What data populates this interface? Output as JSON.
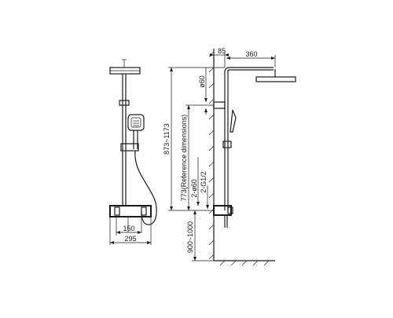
{
  "dimensions": {
    "width_total": "295",
    "width_center": "150",
    "wall_offset": "85",
    "arm_reach": "360",
    "head_pipe_dia": "ø60",
    "overall_height": "873~1173",
    "reference_height": "773(Reference dimensions)",
    "valve_spacing": "2-ø60",
    "inlet_thread": "2-G1/2",
    "floor_height": "900~1000"
  },
  "colors": {
    "line": "#1a1a1a",
    "background": "#ffffff"
  }
}
